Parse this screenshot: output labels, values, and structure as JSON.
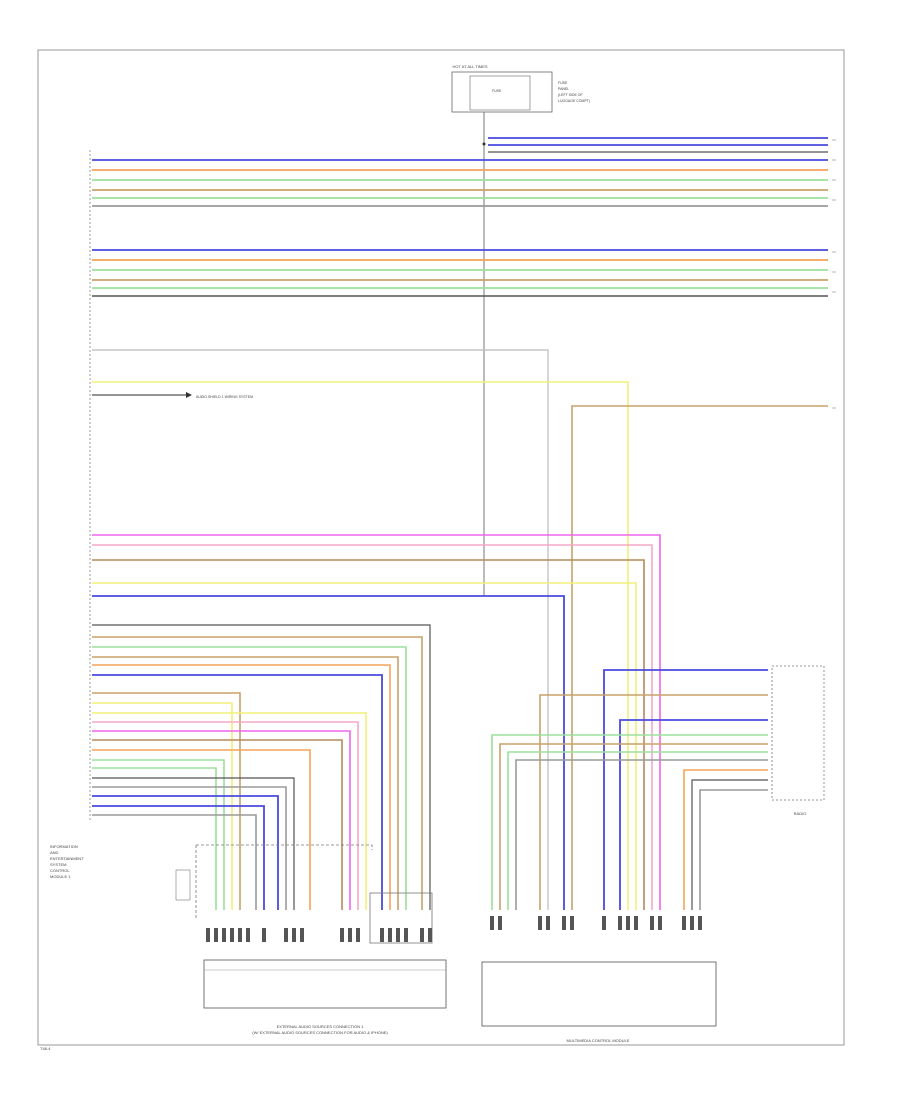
{
  "top_module": {
    "title": "HOT AT ALL TIMES",
    "fuse_label": "FUSE",
    "fuse_box_lines": [
      "FUSE",
      "PANEL",
      "(LEFT SIDE OF",
      "LUGGAGE COMPT)"
    ]
  },
  "left_module": {
    "label_lines": [
      "INFORMATION",
      "AND",
      "ENTERTAINMENT",
      "SYSTEM",
      "CONTROL",
      "MODULE 1"
    ]
  },
  "note_text": "AUDIO SHIELD 1 WIRING SYSTEM",
  "bottom_left_module": {
    "label_lines": [
      "EXTERNAL AUDIO SOURCES CONNECTION 1",
      "(W/ EXTERNAL AUDIO SOURCES CONNECTION FOR AUDIO & IPHONE)"
    ]
  },
  "bottom_mid_module": {
    "label": "MULTIMEDIA CONTROL MODULE"
  },
  "right_connector": {
    "label": "RADIO"
  },
  "footer_id": "T48-4",
  "wire_colors": {
    "blue": "#4a4ae0",
    "orange": "#f5a35a",
    "green": "#9be09b",
    "gray": "#9a9a9a",
    "tan": "#c8a26a",
    "yellow": "#f2f07a",
    "magenta": "#ee66ee",
    "pink": "#f5a8c8",
    "brown": "#b58a5a",
    "black": "#555555"
  }
}
